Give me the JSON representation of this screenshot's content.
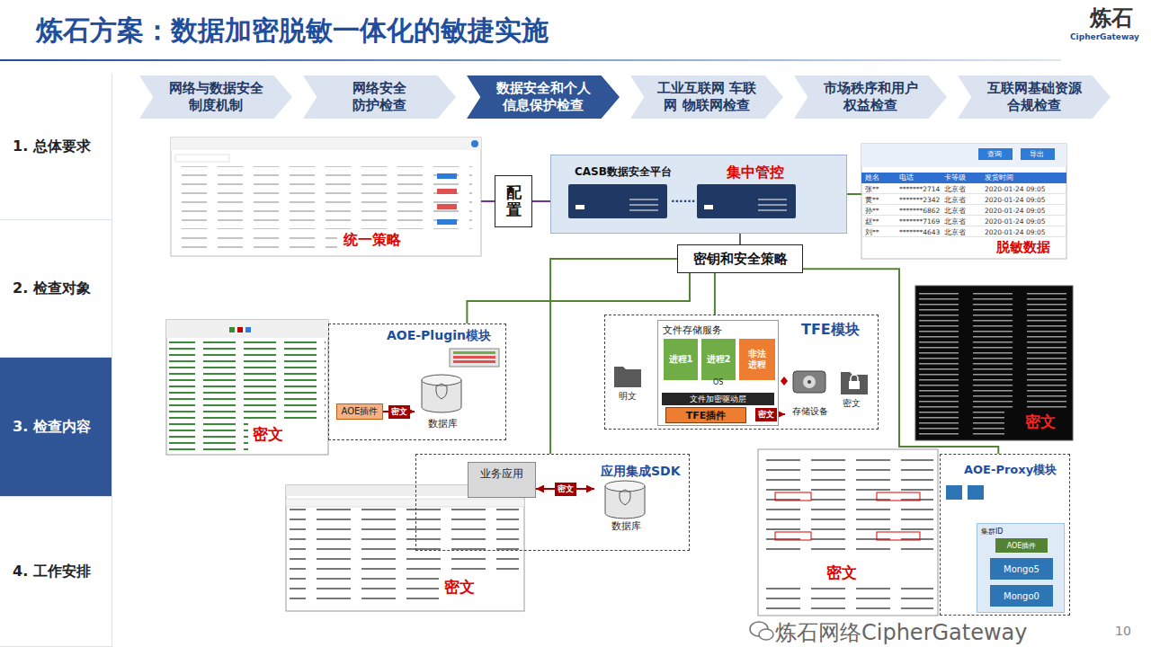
{
  "diagram": {
    "title": "炼石方案：数据加密脱敏一体化的敏捷实施",
    "nodes": [
      {
        "text": [
          "1. 总体要求"
        ]
      },
      {
        "text": [
          "2. 检查对象"
        ]
      },
      {
        "text": [
          "3. 检查内容"
        ]
      },
      {
        "text": [
          "4. 工作安排"
        ]
      },
      {
        "text": [
          "网络与数据安全 制度机制"
        ]
      },
      {
        "text": [
          "网络安全 防护检查"
        ]
      },
      {
        "text": [
          "数据安全和个人 信息保护检查"
        ]
      },
      {
        "text": [
          "工业互联网 车联 网 物联网检查"
        ]
      },
      {
        "text": [
          "市场秩序和用户 权益检查"
        ]
      },
      {
        "text": [
          "互联网基础资源 合规检查"
        ]
      },
      {
        "text": [
          "统一策略"
        ]
      },
      {
        "text": [
          "配置"
        ]
      },
      {
        "text": [
          "CASB数据安全平台",
          "集中管控"
        ]
      },
      {
        "text": [
          "脱敏数据"
        ]
      },
      {
        "text": [
          "密钥和安全策略"
        ]
      },
      {
        "text": [
          "AOE-Plugin模块"
        ]
      },
      {
        "text": [
          "AOE插件"
        ],
        "in": 15
      },
      {
        "text": [
          "数据库"
        ],
        "in": 15
      },
      {
        "text": [
          "密文"
        ]
      },
      {
        "text": [
          "TFE模块"
        ]
      },
      {
        "text": [
          "文件存储服务"
        ],
        "in": 19
      },
      {
        "text": [
          "进程1"
        ],
        "in": 20
      },
      {
        "text": [
          "进程2"
        ],
        "in": 20
      },
      {
        "text": [
          "非法进程"
        ],
        "in": 20
      },
      {
        "text": [
          "文件加密驱动层"
        ],
        "in": 20
      },
      {
        "text": [
          "TFE插件"
        ],
        "in": 20
      },
      {
        "text": [
          "存储设备"
        ],
        "in": 19
      },
      {
        "text": [
          "密文"
        ]
      },
      {
        "text": [
          "应用集成SDK"
        ]
      },
      {
        "text": [
          "业务应用"
        ],
        "in": 28
      },
      {
        "text": [
          "数据库"
        ],
        "in": 28
      },
      {
        "text": [
          "密文"
        ]
      },
      {
        "text": [
          "AOE-Proxy模块"
        ]
      },
      {
        "text": [
          "集群ID"
        ],
        "in": 32
      },
      {
        "text": [
          "AOE插件"
        ],
        "in": 33
      },
      {
        "text": [
          "Mongo5"
        ],
        "in": 33
      },
      {
        "text": [
          "Mongo0"
        ],
        "in": 33
      },
      {
        "text": [
          "密文"
        ]
      }
    ],
    "edges": [
      {
        "from": 10,
        "to": 11,
        "arrow": "none"
      },
      {
        "from": 11,
        "to": 12,
        "arrow": "none"
      },
      {
        "from": 12,
        "to": 13,
        "arrow": "none"
      },
      {
        "from": 12,
        "to": 14,
        "arrow": "none"
      },
      {
        "from": 14,
        "to": 15,
        "arrow": "none"
      },
      {
        "from": 14,
        "to": 19,
        "arrow": "none"
      },
      {
        "from": 14,
        "to": 28,
        "arrow": "none"
      },
      {
        "from": 14,
        "to": 32,
        "arrow": "none"
      },
      {
        "from": 16,
        "to": 17,
        "label": "密文",
        "arrow": "to"
      },
      {
        "from": 25,
        "to": 26,
        "label": "密文",
        "arrow": "both"
      },
      {
        "from": 29,
        "to": 30,
        "label": "密文",
        "arrow": "both"
      }
    ],
    "labels": [
      "炼石",
      "CipherGateway",
      "......",
      "明文",
      "OS",
      "密文",
      "炼石网络CipherGateway",
      "10",
      "查询",
      "导出",
      "姓名",
      "电话",
      "卡等级",
      "发货时间",
      "张**",
      "*******2714",
      "北京省",
      "2020-01-24 09:05",
      "黄**",
      "*******2342",
      "北京省",
      "2020-01-24 09:05",
      "孙**",
      "*******6862",
      "北京省",
      "2020-01-24 09:05",
      "赵**",
      "*******7169",
      "北京省",
      "2020-01-24 09:05",
      "刘**",
      "*******4643",
      "北京省",
      "2020-01-24 09:05"
    ]
  }
}
